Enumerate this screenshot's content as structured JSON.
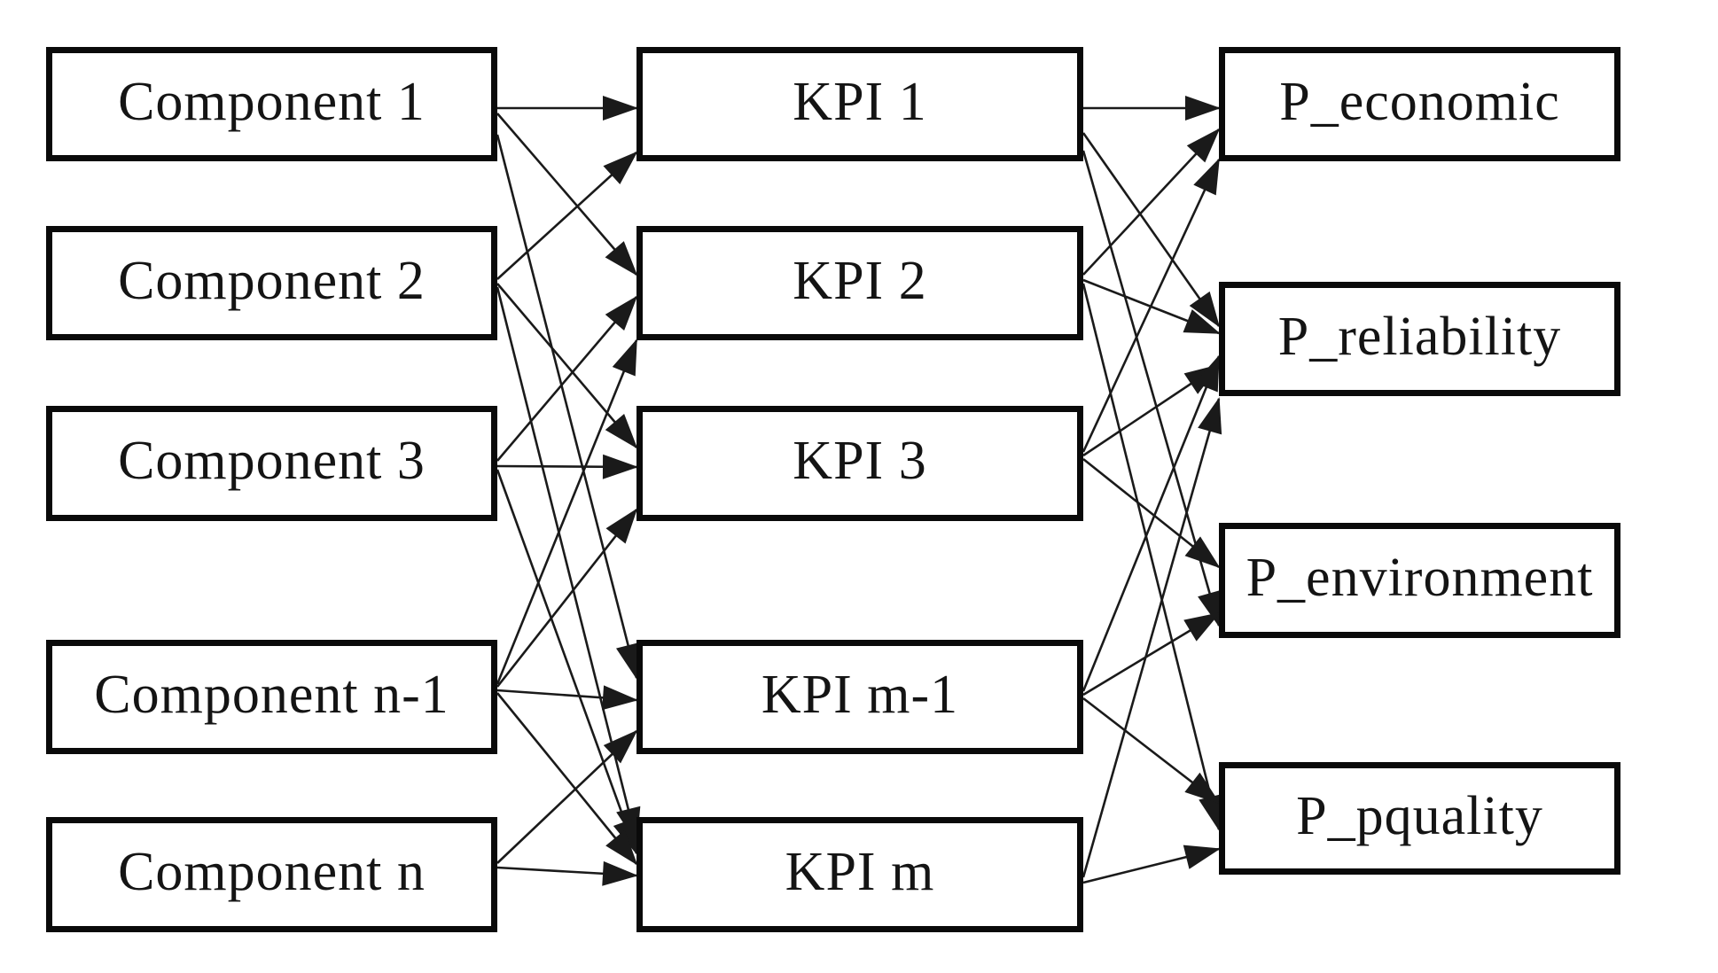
{
  "figure_colors": {
    "background": "#ffffff",
    "box_border": "#0a0a0a",
    "line": "#1a1a1a",
    "text": "#141414"
  },
  "nodes": {
    "c1": {
      "label": "Component 1"
    },
    "c2": {
      "label": "Component 2"
    },
    "c3": {
      "label": "Component 3"
    },
    "c4": {
      "label": "Component n-1"
    },
    "c5": {
      "label": "Component n"
    },
    "k1": {
      "label": "KPI 1"
    },
    "k2": {
      "label": "KPI 2"
    },
    "k3": {
      "label": "KPI 3"
    },
    "k4": {
      "label": "KPI m-1"
    },
    "k5": {
      "label": "KPI m"
    },
    "p1": {
      "label": "P_economic"
    },
    "p2": {
      "label": "P_reliability"
    },
    "p3": {
      "label": "P_environment"
    },
    "p4": {
      "label": "P_pquality"
    }
  },
  "edges": [
    {
      "from": "c1",
      "to": "k1"
    },
    {
      "from": "c1",
      "to": "k2"
    },
    {
      "from": "c1",
      "to": "k4"
    },
    {
      "from": "c2",
      "to": "k1"
    },
    {
      "from": "c2",
      "to": "k3"
    },
    {
      "from": "c2",
      "to": "k5"
    },
    {
      "from": "c3",
      "to": "k2"
    },
    {
      "from": "c3",
      "to": "k3"
    },
    {
      "from": "c3",
      "to": "k5"
    },
    {
      "from": "c4",
      "to": "k2"
    },
    {
      "from": "c4",
      "to": "k3"
    },
    {
      "from": "c4",
      "to": "k4"
    },
    {
      "from": "c4",
      "to": "k5"
    },
    {
      "from": "c5",
      "to": "k4"
    },
    {
      "from": "c5",
      "to": "k5"
    },
    {
      "from": "k1",
      "to": "p1"
    },
    {
      "from": "k1",
      "to": "p2"
    },
    {
      "from": "k1",
      "to": "p3"
    },
    {
      "from": "k2",
      "to": "p1"
    },
    {
      "from": "k2",
      "to": "p2"
    },
    {
      "from": "k2",
      "to": "p4"
    },
    {
      "from": "k3",
      "to": "p1"
    },
    {
      "from": "k3",
      "to": "p2"
    },
    {
      "from": "k3",
      "to": "p3"
    },
    {
      "from": "k4",
      "to": "p2"
    },
    {
      "from": "k4",
      "to": "p3"
    },
    {
      "from": "k4",
      "to": "p4"
    },
    {
      "from": "k5",
      "to": "p2"
    },
    {
      "from": "k5",
      "to": "p4"
    }
  ]
}
